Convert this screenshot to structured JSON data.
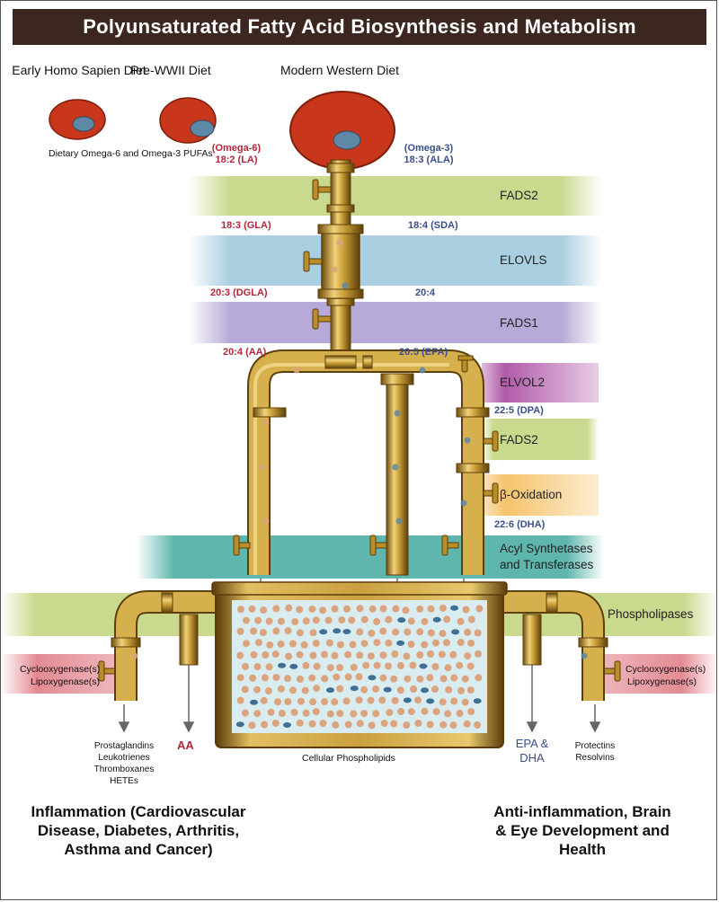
{
  "title": "Polyunsaturated Fatty Acid Biosynthesis and Metabolism",
  "diets": {
    "early": "Early Homo Sapien Diet",
    "prewwii": "Pre-WWII Diet",
    "modern": "Modern Western Diet",
    "caption": "Dietary Omega-6  and Omega-3 PUFAs"
  },
  "omega6": {
    "group": "(Omega-6)",
    "la": "18:2 (LA)",
    "gla": "18:3 (GLA)",
    "dgla": "20:3 (DGLA)",
    "aa": "20:4 (AA)"
  },
  "omega3": {
    "group": "(Omega-3)",
    "ala": "18:3 (ALA)",
    "sda": "18:4 (SDA)",
    "eta": "20:4",
    "epa": "20:5 (EPA)",
    "dpa": "22:5 (DPA)",
    "dha": "22:6 (DHA)"
  },
  "enzymes": {
    "fads2_top": "FADS2",
    "elovls": "ELOVLS",
    "fads1": "FADS1",
    "elvol2": "ELVOL2",
    "fads2_low": "FADS2",
    "beta_ox": "β-Oxidation",
    "acyl_1": "Acyl Synthetases",
    "acyl_2": "and Transferases",
    "phospholipases": "Phospholipases",
    "cox_left": "Cyclooxygenase(s)",
    "lox_left": "Lipoxygenase(s)",
    "cox_right": "Cyclooxygenase(s)",
    "lox_right": "Lipoxygenase(s)"
  },
  "outputs": {
    "left_products": [
      "Prostaglandins",
      "Leukotrienes",
      "Thromboxanes",
      "HETEs"
    ],
    "aa": "AA",
    "cellular": "Cellular Phospholipids",
    "epa_dha": "EPA & DHA",
    "right_products": [
      "Protectins",
      "Resolvins"
    ]
  },
  "outcomes": {
    "left": "Inflammation (Cardiovascular Disease, Diabetes, Arthritis, Asthma and Cancer)",
    "right": "Anti-inflammation, Brain & Eye Development and Health"
  },
  "colors": {
    "omega6": "#b3263a",
    "omega3": "#3a4f8a",
    "steak": "#c8361c",
    "fat": "#5f88a6",
    "pipe": "#b98d2a",
    "band_green": "#c9d98e",
    "band_blue": "#a9cfe0",
    "band_purple": "#b7a9d8",
    "band_magenta": "#b05aa8",
    "band_orange": "#f6c36a",
    "band_teal": "#5fb6ad",
    "band_pink": "#e38b93"
  }
}
